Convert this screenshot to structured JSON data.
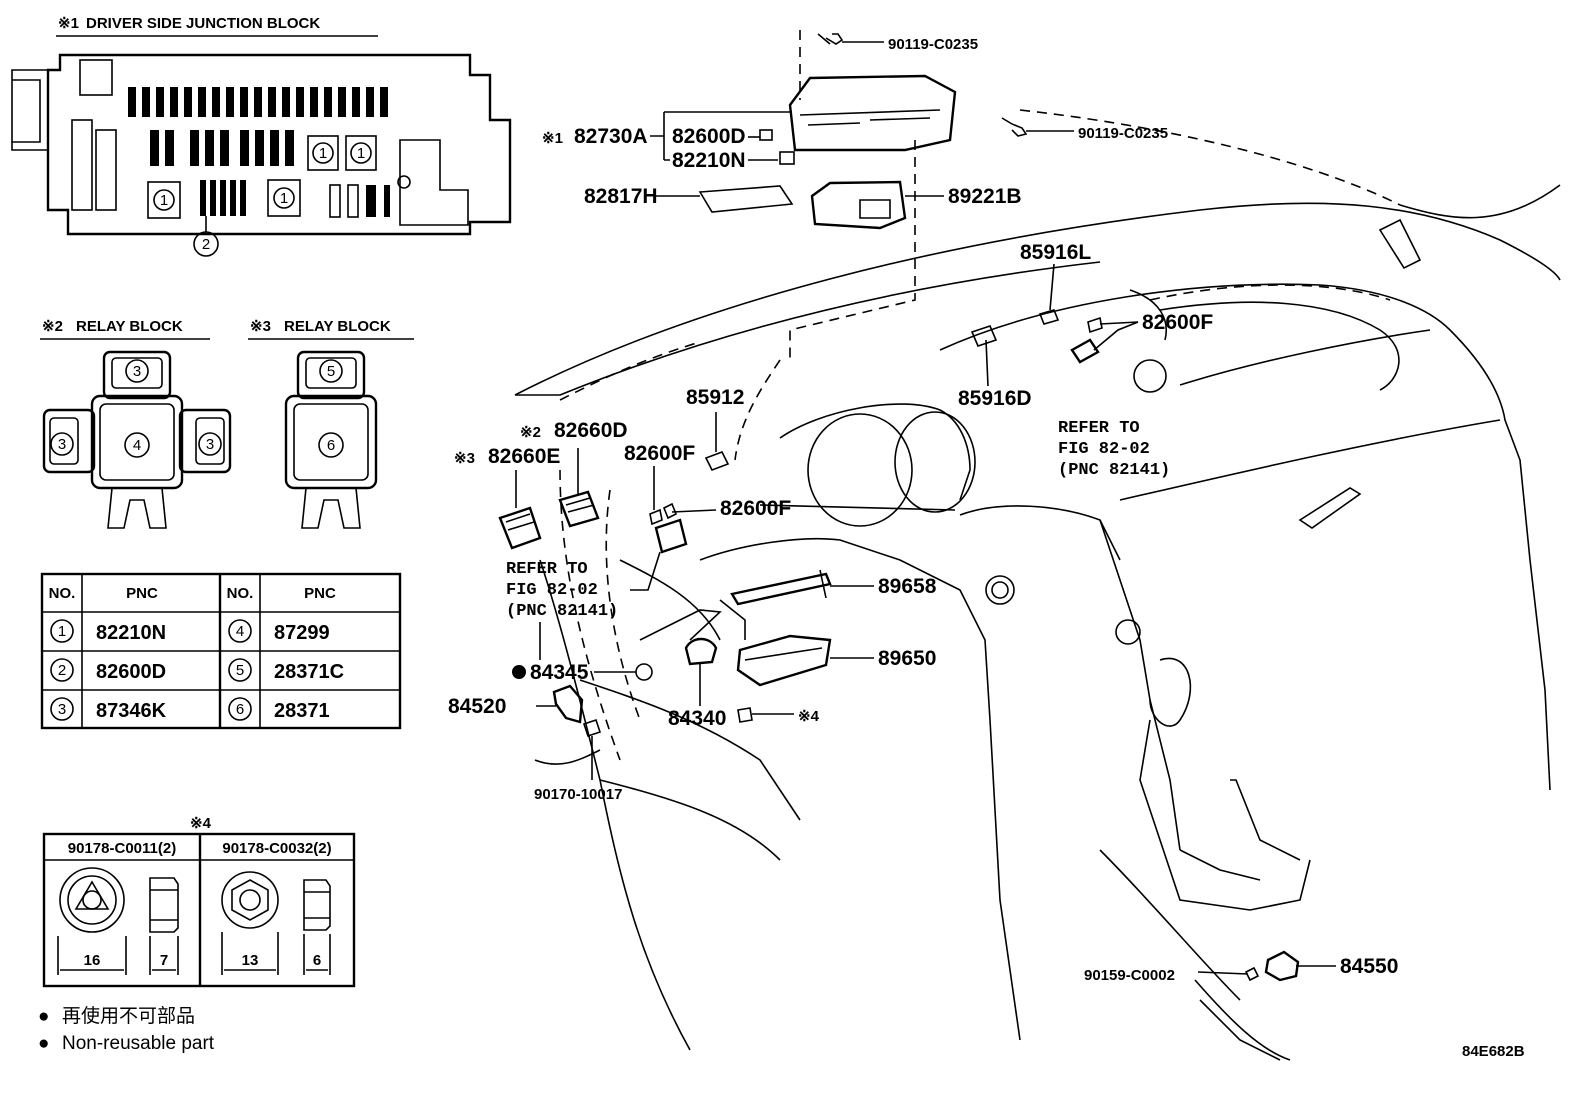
{
  "insets": {
    "driver_junction_block": {
      "prefix": "※1",
      "title": "DRIVER SIDE JUNCTION BLOCK",
      "callout": "2"
    },
    "relay_block_2": {
      "prefix": "※2",
      "title": "RELAY BLOCK",
      "callouts": [
        "3",
        "4",
        "3"
      ]
    },
    "relay_block_3": {
      "prefix": "※3",
      "title": "RELAY BLOCK",
      "callouts": [
        "5",
        "6"
      ]
    }
  },
  "junction_block_callouts": [
    "1",
    "1",
    "1",
    "1"
  ],
  "pnc_table": {
    "headers": [
      "NO.",
      "PNC",
      "NO.",
      "PNC"
    ],
    "rows": [
      {
        "no_left": "1",
        "pnc_left": "82210N",
        "no_right": "4",
        "pnc_right": "87299"
      },
      {
        "no_left": "2",
        "pnc_left": "82600D",
        "no_right": "5",
        "pnc_right": "28371C"
      },
      {
        "no_left": "3",
        "pnc_left": "87346K",
        "no_right": "6",
        "pnc_right": "28371"
      }
    ]
  },
  "fastener_table": {
    "marker": "※4",
    "columns": [
      {
        "part": "90178-C0011(2)",
        "dim_width": "16",
        "dim_height": "7"
      },
      {
        "part": "90178-C0032(2)",
        "dim_width": "13",
        "dim_height": "6"
      }
    ]
  },
  "legend": {
    "bullet": "●",
    "items": [
      "再使用不可部品",
      "Non-reusable part"
    ]
  },
  "callouts": {
    "p90119_top": "90119-C0235",
    "p90119_right": "90119-C0235",
    "p82730A_prefix": "※1",
    "p82730A": "82730A",
    "p82600D": "82600D",
    "p82210N": "82210N",
    "p82817H": "82817H",
    "p89221B": "89221B",
    "p85916L": "85916L",
    "p82600F_right": "82600F",
    "p85916D": "85916D",
    "refer1": [
      "REFER TO",
      "FIG 82-02",
      "(PNC 82141)"
    ],
    "p85912": "85912",
    "p82660D_prefix": "※2",
    "p82660D": "82660D",
    "p82660E_prefix": "※3",
    "p82660E": "82660E",
    "p82600F_mid1": "82600F",
    "p82600F_mid2": "82600F",
    "refer2": [
      "REFER TO",
      "FIG 82-02",
      "(PNC 82141)"
    ],
    "p89658": "89658",
    "p89650": "89650",
    "p84345": "84345",
    "p84520": "84520",
    "p84340": "84340",
    "mark4": "※4",
    "p90170": "90170-10017",
    "p90159": "90159-C0002",
    "p84550": "84550"
  },
  "figure_code": "84E682B"
}
